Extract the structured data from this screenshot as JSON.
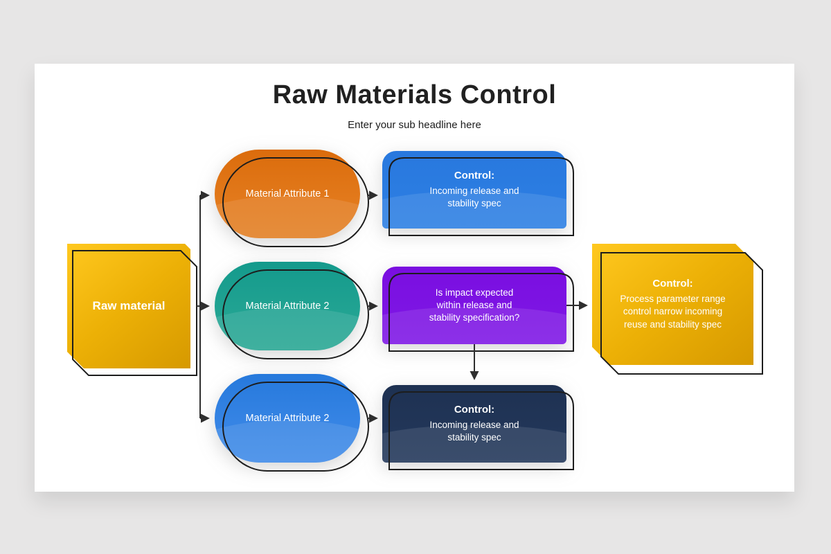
{
  "slide": {
    "title": "Raw Materials Control",
    "subtitle": "Enter your sub headline here"
  },
  "palette": {
    "page_background": "#e7e6e6",
    "slide_background": "#ffffff",
    "gold": "#eead08",
    "orange": "#e0761a",
    "teal": "#1da393",
    "blue_pill": "#3684e4",
    "blue_box": "#2b7ce1",
    "purple": "#7c13e3",
    "navy": "#213456",
    "outline": "#1d1d1d",
    "text_on_shapes": "#ffffff"
  },
  "nodes": {
    "raw_material": {
      "label": "Raw material"
    },
    "material_attribute_1": {
      "label": "Material Attribute 1"
    },
    "material_attribute_2": {
      "label": "Material Attribute 2"
    },
    "material_attribute_3": {
      "label": "Material Attribute 2"
    },
    "control_incoming_top": {
      "heading": "Control:",
      "body_lines": [
        "Incoming release and",
        "stability spec"
      ]
    },
    "decision": {
      "body_lines": [
        "Is impact expected",
        "within release and",
        "stability specification?"
      ]
    },
    "control_incoming_bottom": {
      "heading": "Control:",
      "body_lines": [
        "Incoming release and",
        "stability spec"
      ]
    },
    "control_process": {
      "heading": "Control:",
      "body_lines": [
        "Process parameter range",
        "control narrow incoming",
        "reuse and stability spec"
      ]
    }
  }
}
